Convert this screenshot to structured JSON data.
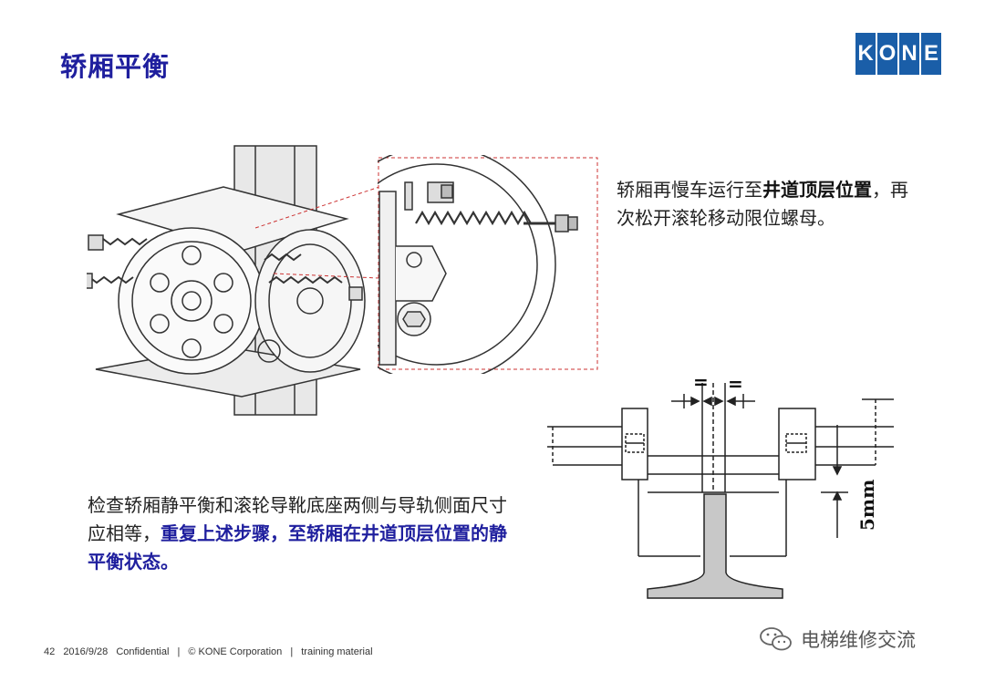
{
  "slide": {
    "title": "轿厢平衡",
    "logo_letters": [
      "K",
      "O",
      "N",
      "E"
    ],
    "brand_color": "#1a5ea8",
    "title_color": "#1f1f9e",
    "right_text": {
      "part1": "轿厢再慢车运行至",
      "bold": "井道顶层位置",
      "part2": "，再次松开滚轮移动限位螺母。"
    },
    "left_text": {
      "part1": "检查轿厢静平衡和滚轮导靴底座两侧与导轨侧面尺寸应相等，",
      "highlight": "重复上述步骤，至轿厢在井道顶层位置的静平衡状态。"
    },
    "diagram": {
      "equal_left": "=",
      "equal_right": "=",
      "dim_label": "5mm"
    },
    "footer": {
      "page": "42",
      "date": "2016/9/28",
      "confidential": "Confidential",
      "sep1": "|",
      "copyright": "© KONE Corporation",
      "sep2": "|",
      "material": "training material"
    },
    "watermark": {
      "icon": "wechat-icon",
      "text": "电梯维修交流"
    }
  }
}
